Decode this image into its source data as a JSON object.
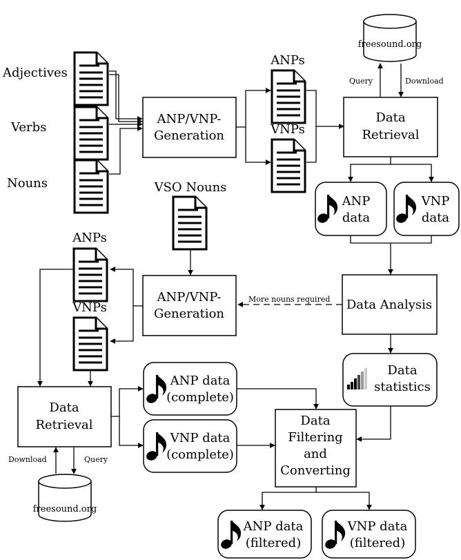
{
  "inputs": {
    "adjectives": "Adjectives",
    "verbs": "Verbs",
    "nouns": "Nouns",
    "vso_nouns": "VSO Nouns"
  },
  "generation_top": {
    "line1": "ANP/VNP-",
    "line2": "Generation"
  },
  "generation_bottom": {
    "line1": "ANP/VNP-",
    "line2": "Generation"
  },
  "pairs_top": {
    "anps": "ANPs",
    "vnps": "VNPs"
  },
  "pairs_bottom": {
    "anps": "ANPs",
    "vnps": "VNPs"
  },
  "db_top": {
    "label": "freesound.org",
    "query": "Query",
    "download": "Download"
  },
  "db_bottom": {
    "label": "freesound.org",
    "query": "Query",
    "download": "Download"
  },
  "retrieval_top": {
    "line1": "Data",
    "line2": "Retrieval"
  },
  "retrieval_bottom": {
    "line1": "Data",
    "line2": "Retrieval"
  },
  "anp_data": {
    "line1": "ANP",
    "line2": "data"
  },
  "vnp_data": {
    "line1": "VNP",
    "line2": "data"
  },
  "analysis": {
    "label": "Data Analysis",
    "feedback": "More nouns required"
  },
  "statistics": {
    "line1": "Data",
    "line2": "statistics"
  },
  "anp_complete": {
    "line1": "ANP data",
    "line2": "(complete)"
  },
  "vnp_complete": {
    "line1": "VNP data",
    "line2": "(complete)"
  },
  "filtering": {
    "line1": "Data",
    "line2": "Filtering",
    "line3": "and",
    "line4": "Converting"
  },
  "anp_filtered": {
    "line1": "ANP data",
    "line2": "(filtered)"
  },
  "vnp_filtered": {
    "line1": "VNP data",
    "line2": "(filtered)"
  }
}
